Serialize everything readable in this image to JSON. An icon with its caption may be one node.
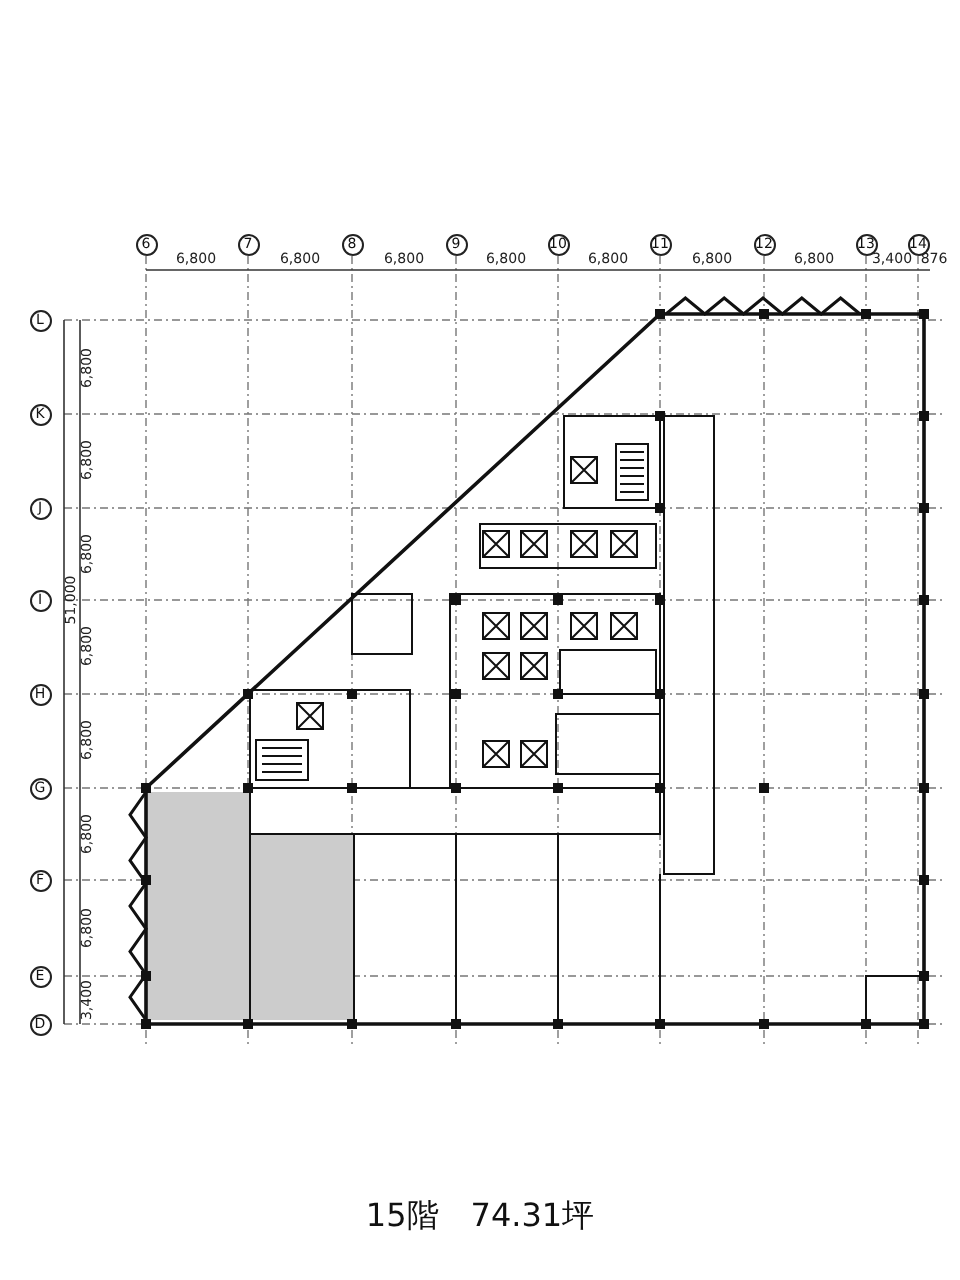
{
  "diagram": {
    "caption": "15階　74.31坪",
    "nodes": [
      {
        "text": [
          "6"
        ]
      },
      {
        "text": [
          "7"
        ]
      },
      {
        "text": [
          "8"
        ]
      },
      {
        "text": [
          "9"
        ]
      },
      {
        "text": [
          "10"
        ]
      },
      {
        "text": [
          "11"
        ]
      },
      {
        "text": [
          "12"
        ]
      },
      {
        "text": [
          "13"
        ]
      },
      {
        "text": [
          "14"
        ]
      },
      {
        "text": [
          "L"
        ]
      },
      {
        "text": [
          "K"
        ]
      },
      {
        "text": [
          "J"
        ]
      },
      {
        "text": [
          "I"
        ]
      },
      {
        "text": [
          "H"
        ]
      },
      {
        "text": [
          "G"
        ]
      },
      {
        "text": [
          "F"
        ]
      },
      {
        "text": [
          "E"
        ]
      },
      {
        "text": [
          "D"
        ]
      }
    ],
    "labels": [
      "6,800",
      "6,800",
      "6,800",
      "6,800",
      "6,800",
      "6,800",
      "6,800",
      "3,400",
      "876",
      "6,800",
      "6,800",
      "6,800",
      "51,000",
      "6,800",
      "6,800",
      "6,800",
      "6,800",
      "3,400"
    ]
  }
}
